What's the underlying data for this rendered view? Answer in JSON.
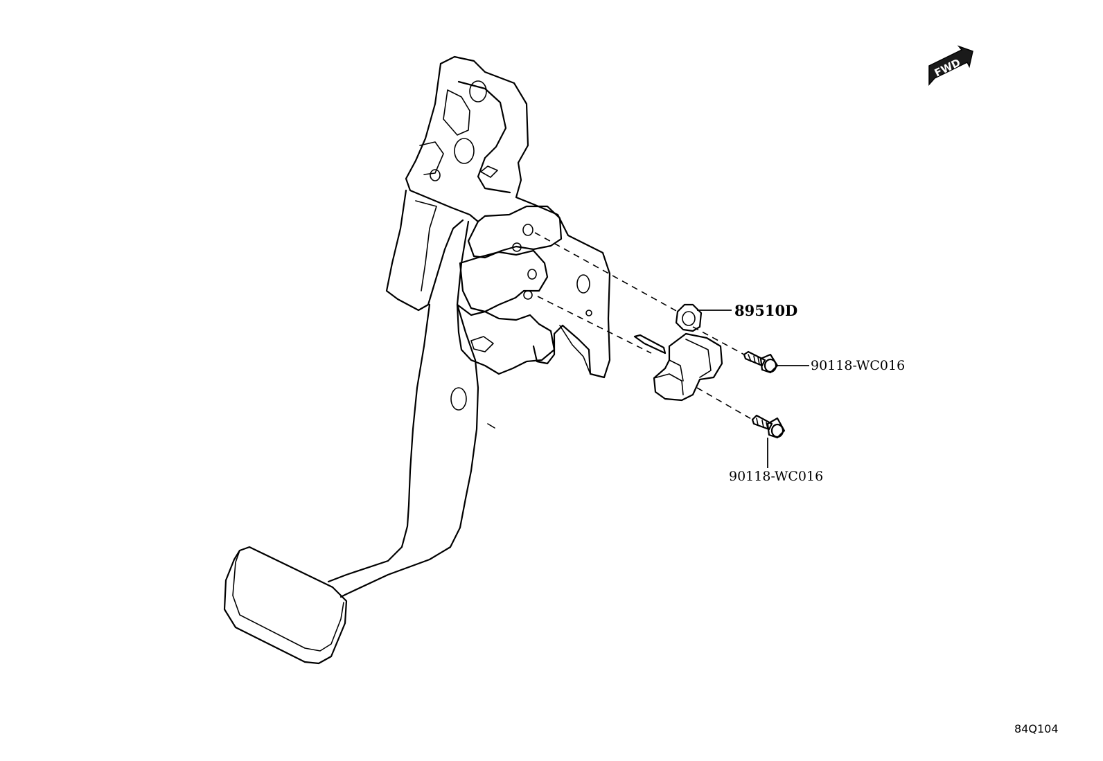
{
  "diagram": {
    "fwd_label": "FWD",
    "callouts": [
      {
        "id": "sensor",
        "label": "89510D"
      },
      {
        "id": "bolt-upper",
        "label": "90118-WC016"
      },
      {
        "id": "bolt-lower",
        "label": "90118-WC016"
      }
    ],
    "code": "84Q104"
  }
}
